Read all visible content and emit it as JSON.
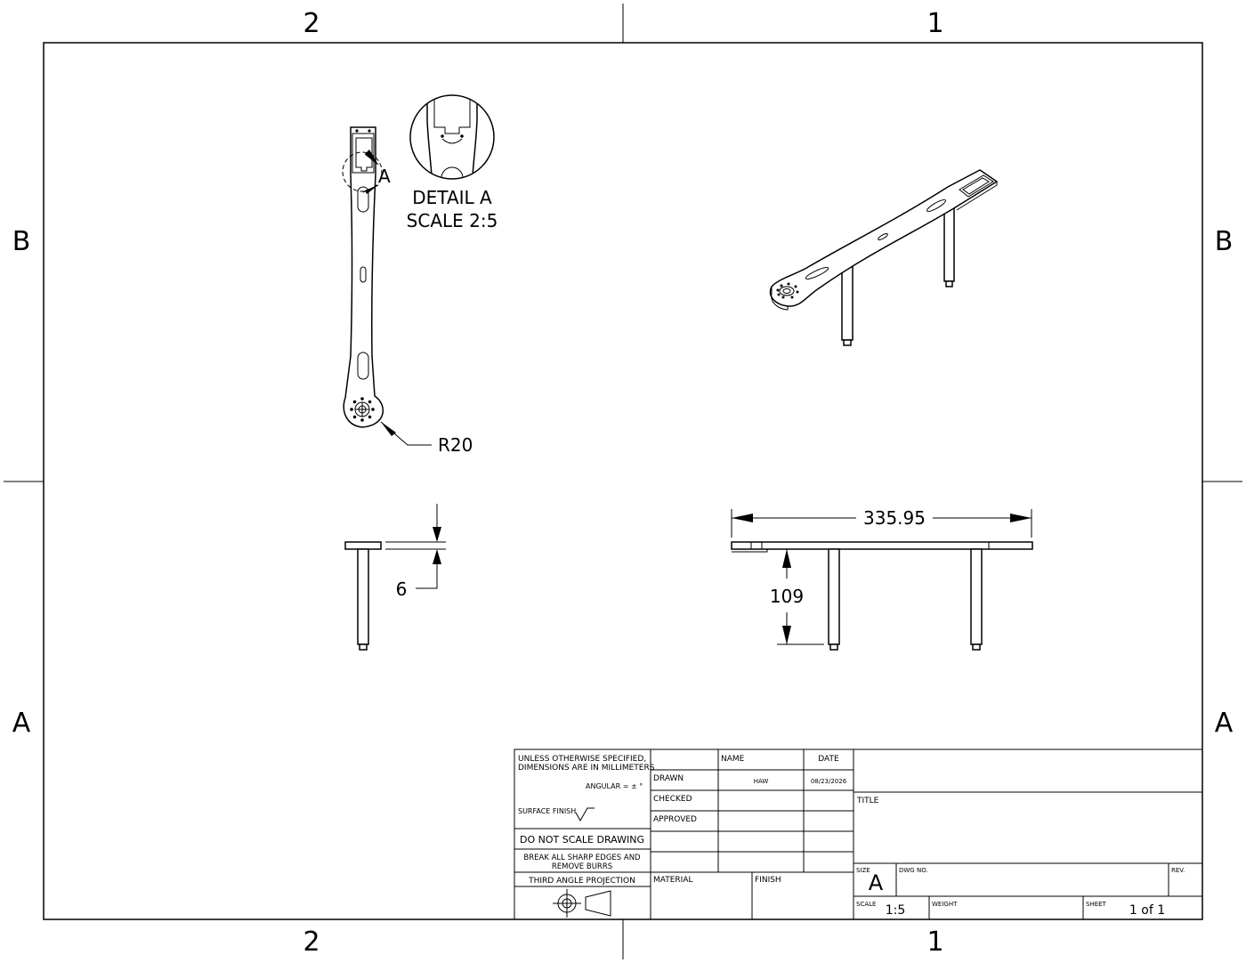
{
  "zones": {
    "top_left": "2",
    "top_right": "1",
    "bottom_left": "2",
    "bottom_right": "1",
    "left_upper": "B",
    "left_lower": "A",
    "right_upper": "B",
    "right_lower": "A"
  },
  "views": {
    "detail_callout": "A",
    "detail_title": "DETAIL A",
    "detail_scale": "SCALE 2:5",
    "radius_dim": "R20",
    "thickness_dim": "6",
    "length_dim": "335.95",
    "height_dim": "109"
  },
  "title_block": {
    "notes_line1": "UNLESS OTHERWISE SPECIFIED,",
    "notes_line2": "DIMENSIONS ARE IN MILLIMETERS",
    "angular": "ANGULAR = ± °",
    "surface_finish": "SURFACE FINISH",
    "do_not_scale": "DO NOT SCALE DRAWING",
    "break_edges_line1": "BREAK ALL SHARP EDGES AND",
    "break_edges_line2": "REMOVE BURRS",
    "projection": "THIRD ANGLE PROJECTION",
    "name_header": "NAME",
    "date_header": "DATE",
    "drawn_label": "DRAWN",
    "drawn_name": "HAW",
    "drawn_date": "08/23/2026",
    "checked_label": "CHECKED",
    "approved_label": "APPROVED",
    "material_label": "MATERIAL",
    "finish_label": "FINISH",
    "title_label": "TITLE",
    "size_label": "SIZE",
    "size_value": "A",
    "dwg_no_label": "DWG NO.",
    "rev_label": "REV.",
    "scale_label": "SCALE",
    "scale_value": "1:5",
    "weight_label": "WEIGHT",
    "sheet_label": "SHEET",
    "sheet_value": "1 of 1"
  }
}
